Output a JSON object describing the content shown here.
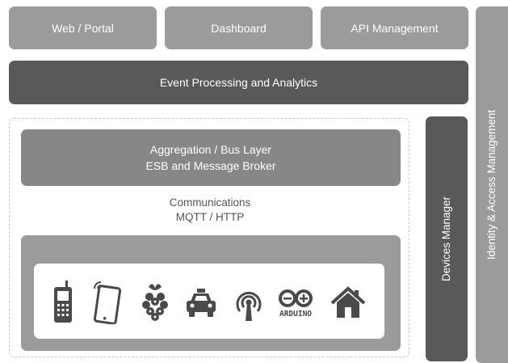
{
  "top_row": {
    "web_portal": "Web / Portal",
    "dashboard": "Dashboard",
    "api_management": "API Management"
  },
  "event_processing": "Event Processing and Analytics",
  "aggregation": {
    "line1": "Aggregation / Bus Layer",
    "line2": "ESB and Message Broker"
  },
  "communications": {
    "line1": "Communications",
    "line2": "MQTT / HTTP"
  },
  "devices_manager": "Devices Manager",
  "identity_access": "Identity & Access Management",
  "devices": {
    "icons": [
      "mobile-phone-icon",
      "smartphone-icon",
      "raspberry-pi-icon",
      "car-icon",
      "antenna-icon",
      "arduino-icon",
      "home-icon"
    ],
    "arduino_label": "ARDUINO"
  },
  "colors": {
    "light_box": "#9b9b9b",
    "mid_box": "#878787",
    "dark_box": "#595959",
    "icon": "#4a4a4a"
  }
}
